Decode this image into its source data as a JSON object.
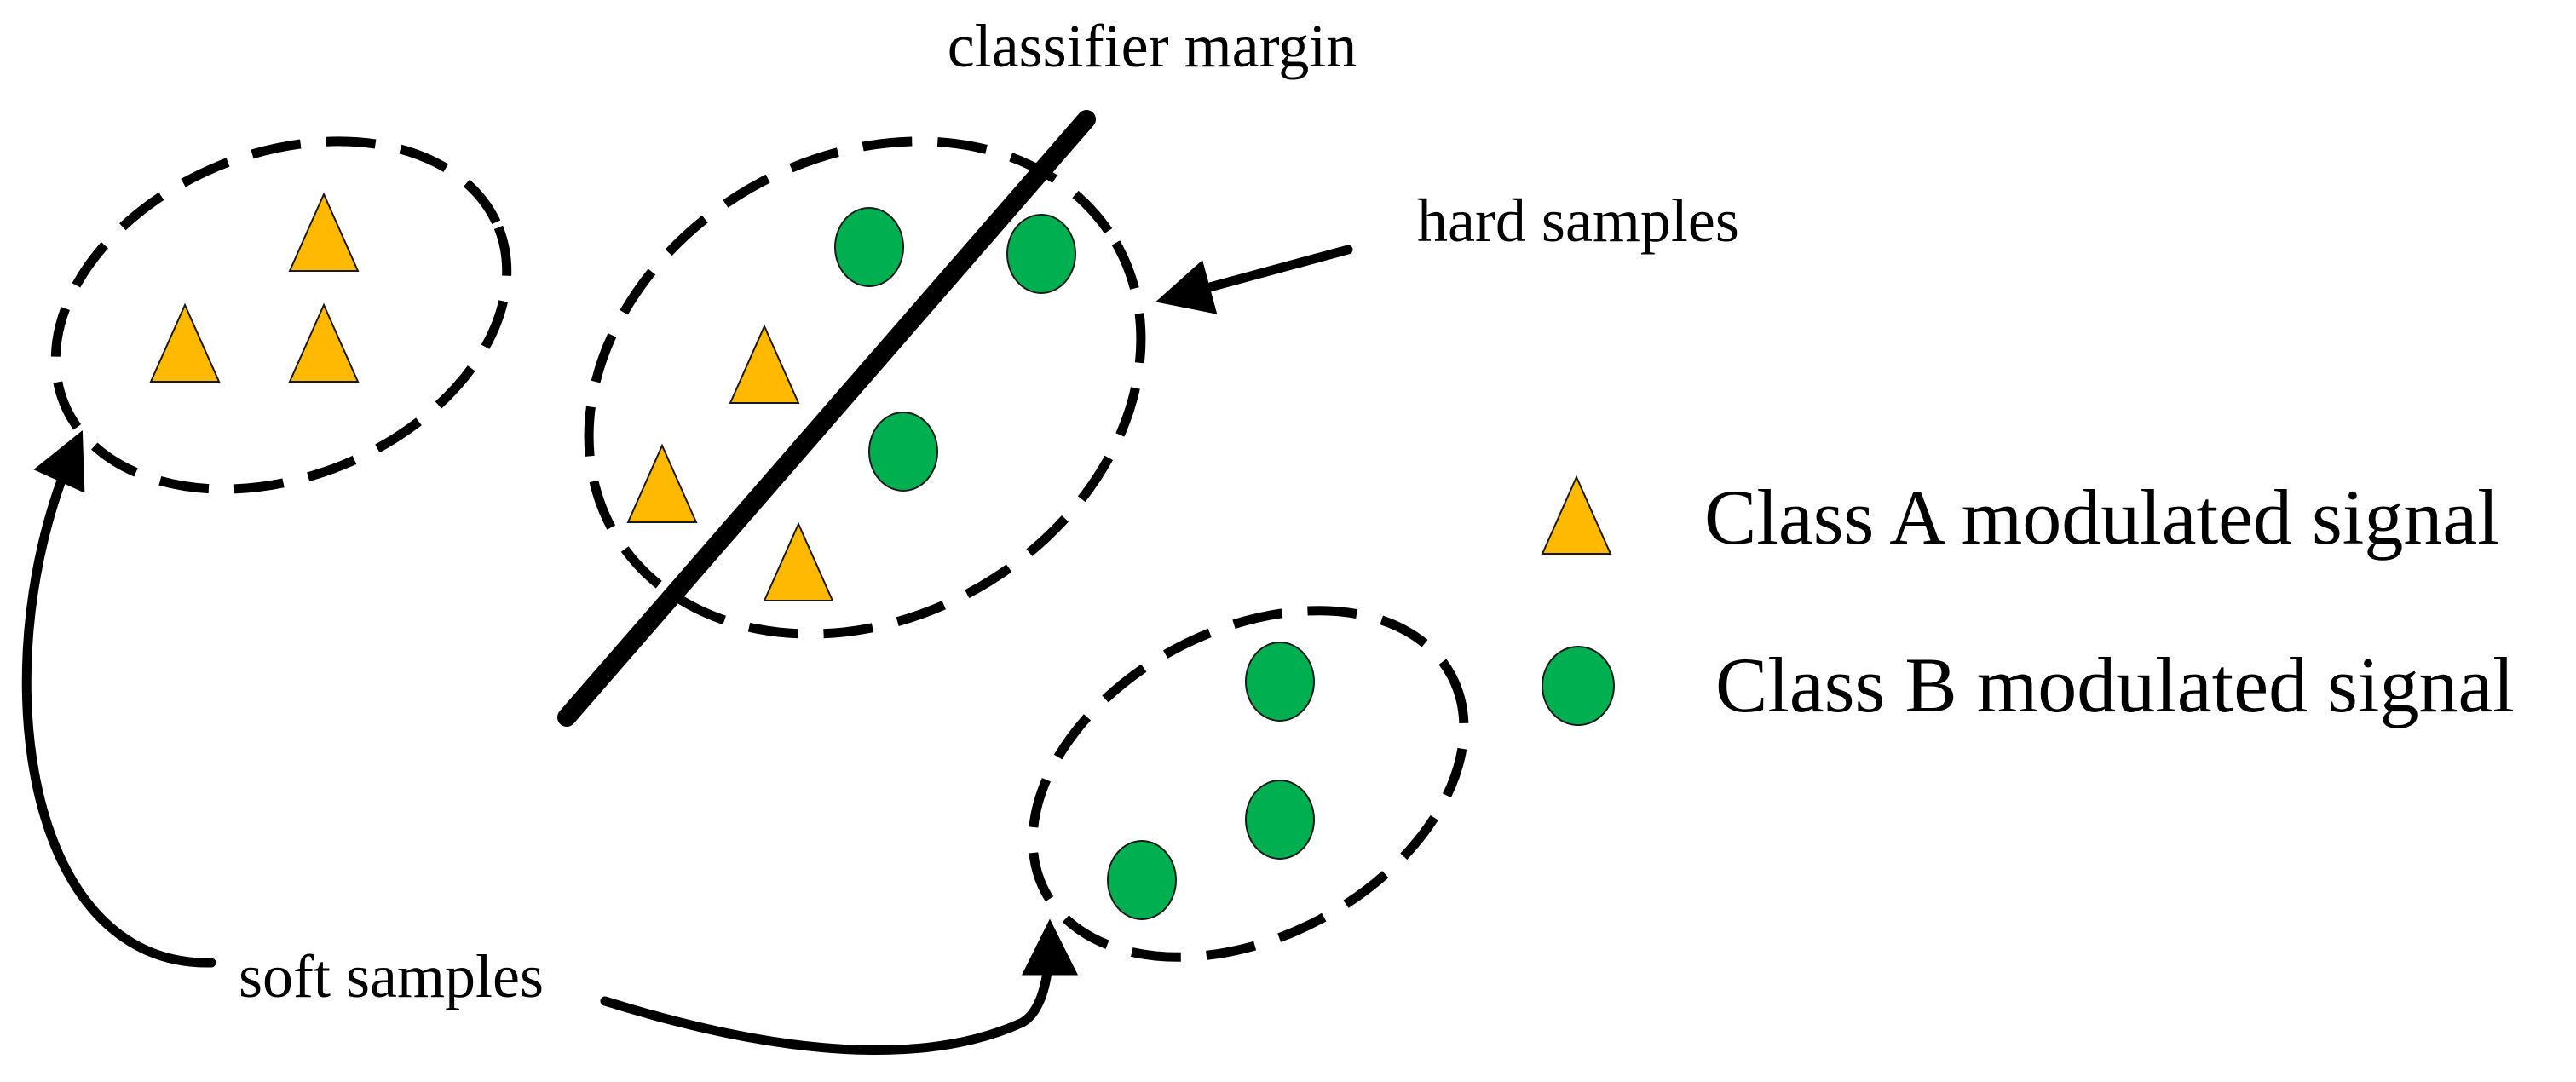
{
  "labels": {
    "classifier_margin": "classifier margin",
    "hard_samples": "hard samples",
    "soft_samples": "soft samples"
  },
  "legend": {
    "class_a": "Class A modulated signal",
    "class_b": "Class B modulated signal"
  },
  "colors": {
    "class_a": "#FFB900",
    "class_b": "#00B050",
    "line": "#000000"
  }
}
